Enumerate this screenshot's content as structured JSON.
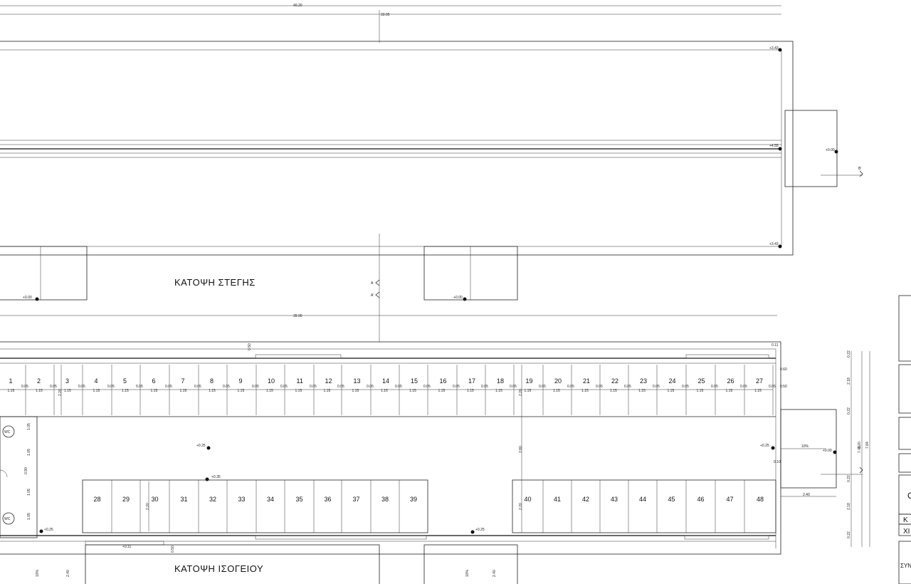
{
  "titles": {
    "roof_plan": "ΚΑΤΟΨΗ ΣΤΕΓΗΣ",
    "ground_plan": "ΚΑΤΟΨΗ ΙΣΟΓΕΙΟΥ"
  },
  "top_dims": {
    "overall": "40.20",
    "inner": "33.05",
    "roof_base": "39.90"
  },
  "roof_levels": {
    "top": "+3.43",
    "ridge": "+4.55",
    "bottom": "+3.43",
    "side": "+0.00",
    "base_left": "+0.00",
    "base_mid": "+0.00"
  },
  "section_marks": {
    "a1": "A",
    "a2": "A'",
    "b": "B'"
  },
  "upper_stall_numbers": [
    "1",
    "2",
    "3",
    "4",
    "5",
    "6",
    "7",
    "8",
    "9",
    "10",
    "11",
    "12",
    "13",
    "14",
    "15",
    "16",
    "17",
    "18",
    "19",
    "20",
    "21",
    "22",
    "23",
    "24",
    "25",
    "26",
    "27"
  ],
  "lower_stall_numbers": [
    "28",
    "29",
    "30",
    "31",
    "32",
    "33",
    "34",
    "35",
    "36",
    "37",
    "38",
    "39",
    "40",
    "41",
    "42",
    "43",
    "44",
    "45",
    "46",
    "47",
    "48"
  ],
  "stall_width": "1.15",
  "partition": "0.05",
  "ground_dims": {
    "d050_top": "0.50",
    "d011": "0.11",
    "d060": "0.60",
    "d050_right": "0.50",
    "d220_stall_upper": "2.20",
    "d220_stall_lower_a": "2.20",
    "d220_stall_lower_b": "2.20",
    "d280": "2.80",
    "d010": "0.10",
    "d240_right": "2.40",
    "d050_bottom": "0.50",
    "d240_b1": "2.40",
    "d240_b2": "2.40",
    "left_105_a": "1.05",
    "left_105_b": "1.05",
    "left_105_c": "1.05",
    "left_105_d": "1.05",
    "left_090": "0.90"
  },
  "slopes": {
    "right": "10%",
    "bottom_left": "10%",
    "bottom_mid": "10%"
  },
  "ground_levels": {
    "left_bottom": "+0.25",
    "mid_upper": "+0.25",
    "mid_lower": "+0.35",
    "right_inner": "+0.25",
    "right_outer": "+0.00",
    "bottom_mid": "+0.25",
    "entry": "+0.11"
  },
  "side_dims": [
    "0.22",
    "2.18",
    "0.22",
    "3.20",
    "0.22",
    "2.18",
    "0.22",
    "7.40",
    "7.84"
  ],
  "title_block": {
    "letter_o": "Ο",
    "row_k": "Κ",
    "row_x": "ΧΙ",
    "row_syn": "ΣΥΝ"
  },
  "wc_labels": {
    "upper": "WC",
    "lower": "WC"
  }
}
